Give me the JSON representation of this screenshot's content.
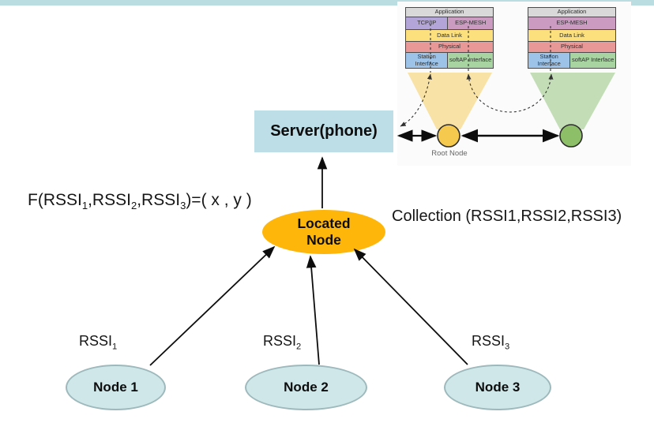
{
  "page": {
    "background": "#ffffff",
    "top_bar_color": "#b9dde1"
  },
  "server": {
    "label": "Server(phone)",
    "fill": "#bddee7"
  },
  "located_node": {
    "line1": "Located",
    "line2": "Node",
    "fill": "#ffb60b"
  },
  "formula": {
    "segments": [
      {
        "text": "F(RSSI"
      },
      {
        "text": "1",
        "sub": true
      },
      {
        "text": ",RSSI"
      },
      {
        "text": "2",
        "sub": true
      },
      {
        "text": ",RSSI"
      },
      {
        "text": "3",
        "sub": true
      },
      {
        "text": ")=( x , y )"
      }
    ]
  },
  "collection_label": "Collection (RSSI1,RSSI2,RSSI3)",
  "nodes": [
    {
      "label": "Node 1"
    },
    {
      "label": "Node 2"
    },
    {
      "label": "Node 3"
    }
  ],
  "rssi_labels": [
    {
      "segments": [
        {
          "text": "RSSI"
        },
        {
          "text": "1",
          "sub": true
        }
      ]
    },
    {
      "segments": [
        {
          "text": "RSSI"
        },
        {
          "text": "2",
          "sub": true
        }
      ]
    },
    {
      "segments": [
        {
          "text": "RSSI"
        },
        {
          "text": "3",
          "sub": true
        }
      ]
    }
  ],
  "node_style": {
    "fill": "#cfe7e9",
    "border": "#9db9bc"
  },
  "inset": {
    "root_label": "Root Node",
    "cone_colors": {
      "left": "#f8e0a0",
      "right": "#c0dcb3"
    },
    "node_colors": {
      "root": "#f5c94e",
      "child": "#8cbf68"
    },
    "left_stack": {
      "rows": [
        {
          "h": 13,
          "cells": [
            {
              "label": "Application",
              "color": "#d9d9d9"
            }
          ]
        },
        {
          "h": 17,
          "cells": [
            {
              "label": "TCP/IP",
              "color": "#b3a5d7",
              "w": 48
            },
            {
              "label": "ESP-MESH",
              "color": "#cb9bc2",
              "w": 52
            }
          ]
        },
        {
          "h": 16,
          "cells": [
            {
              "label": "Data Link",
              "color": "#fbe07d"
            }
          ]
        },
        {
          "h": 15,
          "cells": [
            {
              "label": "Physical",
              "color": "#e89897"
            }
          ]
        },
        {
          "h": 21,
          "cells": [
            {
              "label": "Station Interface",
              "color": "#9dc4e8",
              "w": 48
            },
            {
              "label": "softAP Interface",
              "color": "#a8d4a1",
              "w": 52
            }
          ]
        }
      ]
    },
    "right_stack": {
      "rows": [
        {
          "h": 13,
          "cells": [
            {
              "label": "Application",
              "color": "#d9d9d9"
            }
          ]
        },
        {
          "h": 17,
          "cells": [
            {
              "label": "ESP-MESH",
              "color": "#cb9bc2"
            }
          ]
        },
        {
          "h": 16,
          "cells": [
            {
              "label": "Data Link",
              "color": "#fbe07d"
            }
          ]
        },
        {
          "h": 15,
          "cells": [
            {
              "label": "Physical",
              "color": "#e89897"
            }
          ]
        },
        {
          "h": 21,
          "cells": [
            {
              "label": "Station Interface",
              "color": "#9dc4e8",
              "w": 48
            },
            {
              "label": "softAP Interface",
              "color": "#a8d4a1",
              "w": 52
            }
          ]
        }
      ]
    }
  }
}
